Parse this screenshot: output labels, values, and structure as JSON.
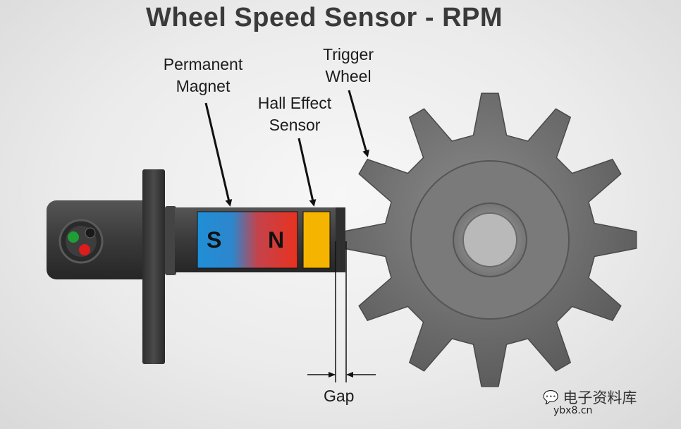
{
  "title": "Wheel Speed Sensor - RPM",
  "labels": {
    "permanent_magnet": [
      "Permanent",
      "Magnet"
    ],
    "hall_effect_sensor": [
      "Hall Effect",
      "Sensor"
    ],
    "trigger_wheel": [
      "Trigger",
      "Wheel"
    ],
    "gap": "Gap"
  },
  "magnet": {
    "south": "S",
    "north": "N"
  },
  "gear": {
    "teeth": 12
  },
  "colors": {
    "south_pole": "#1f8fd6",
    "north_pole": "#e8321f",
    "hall_sensor": "#f4b400",
    "body": "#3a3a3a",
    "gear": "#6e6e6e",
    "wire_green": "#1e9e35",
    "wire_black": "#1a1a1a",
    "wire_red": "#e01b1b"
  },
  "watermark": {
    "name": "电子资料库",
    "domain": "ybx8.cn"
  }
}
